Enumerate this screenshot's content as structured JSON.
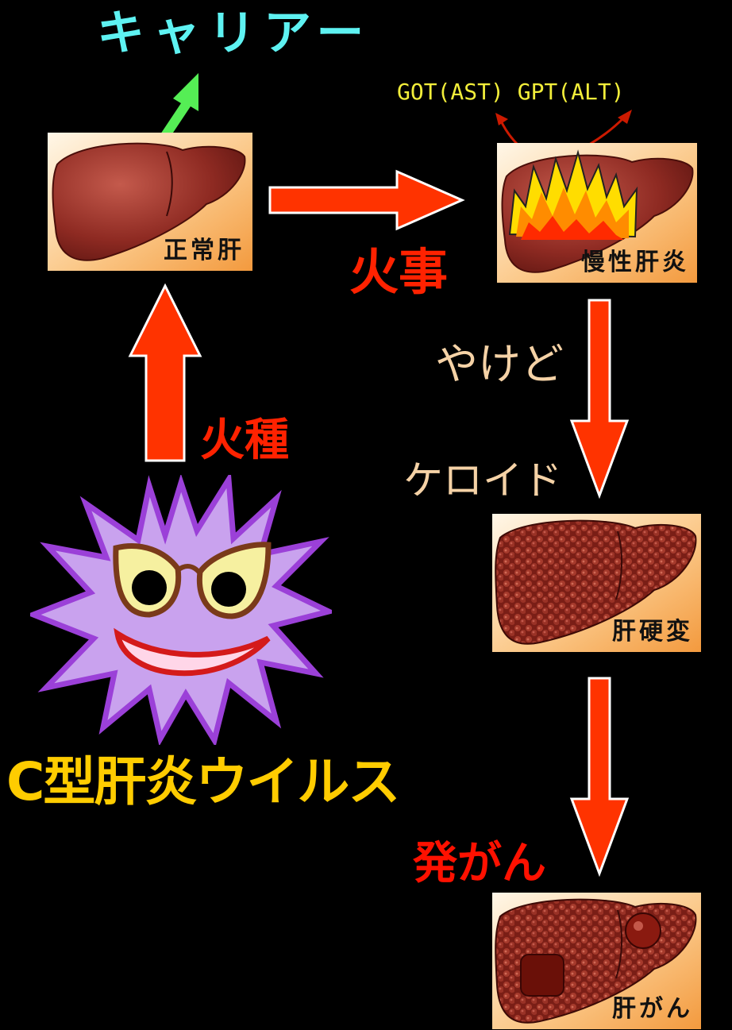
{
  "title": "キャリアー",
  "enzymes": "GOT(AST) GPT(ALT)",
  "stages": {
    "normal": "正常肝",
    "chronic": "慢性肝炎",
    "cirrhosis": "肝硬変",
    "cancer": "肝がん"
  },
  "arrow_labels": {
    "fire": "火事",
    "ember": "火種",
    "burn": "やけど",
    "keloid": "ケロイド",
    "carcinogenesis": "発がん"
  },
  "virus_label": "C型肝炎ウイルス",
  "colors": {
    "title": "#5ef2f2",
    "enzymes": "#f2ee3a",
    "arrow_red": "#ff3300",
    "arrow_green": "#55ee55",
    "label_red": "#ff2200",
    "label_tan": "#f5d2a6",
    "virus_label": "#ffcc00",
    "virus_body": "#c9a2ee",
    "virus_outline": "#9b40d8"
  }
}
